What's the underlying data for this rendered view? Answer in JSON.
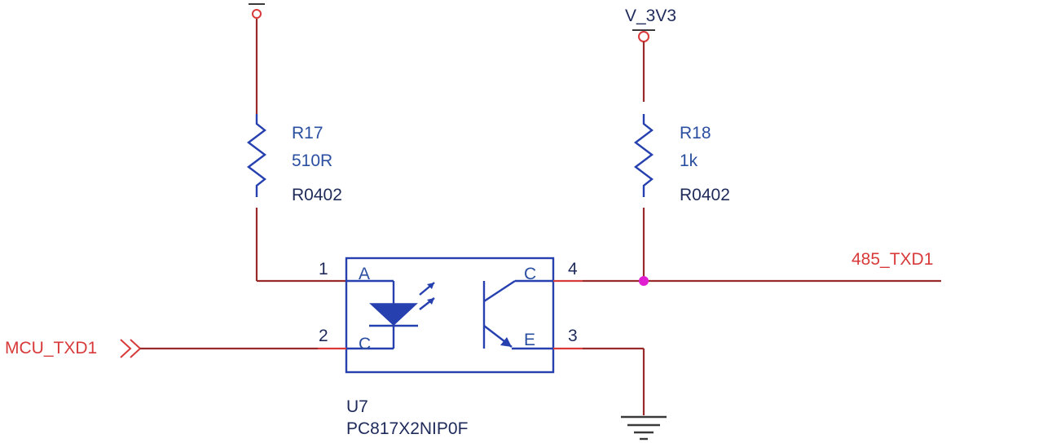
{
  "schematic": {
    "power_net_right": "V_3V3",
    "resistors": [
      {
        "ref": "R17",
        "value": "510R",
        "footprint": "R0402"
      },
      {
        "ref": "R18",
        "value": "1k",
        "footprint": "R0402"
      }
    ],
    "optocoupler": {
      "ref": "U7",
      "part": "PC817X2NIP0F",
      "pins": [
        {
          "num": "1",
          "name": "A"
        },
        {
          "num": "2",
          "name": "C"
        },
        {
          "num": "4",
          "name": "C"
        },
        {
          "num": "3",
          "name": "E"
        }
      ]
    },
    "net_labels": {
      "input": "MCU_TXD1",
      "output": "485_TXD1"
    }
  }
}
